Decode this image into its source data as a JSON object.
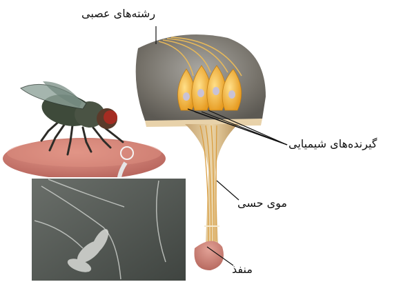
{
  "labels": {
    "nerve_fibers": "رشته‌های عصبی",
    "chemoreceptors": "گیرنده‌های شیمیایی",
    "sensory_hair": "موی حسی",
    "pore": "منفذ"
  },
  "colors": {
    "head_gray": "#6f6c66",
    "receptor_cell": "#f2b33d",
    "nucleus": "#c9c2d6",
    "hair_tan": "#d9b884",
    "pad_pink": "#c9776b",
    "micrograph_gray": "#555a55",
    "fly_body": "#3e4a3a"
  }
}
